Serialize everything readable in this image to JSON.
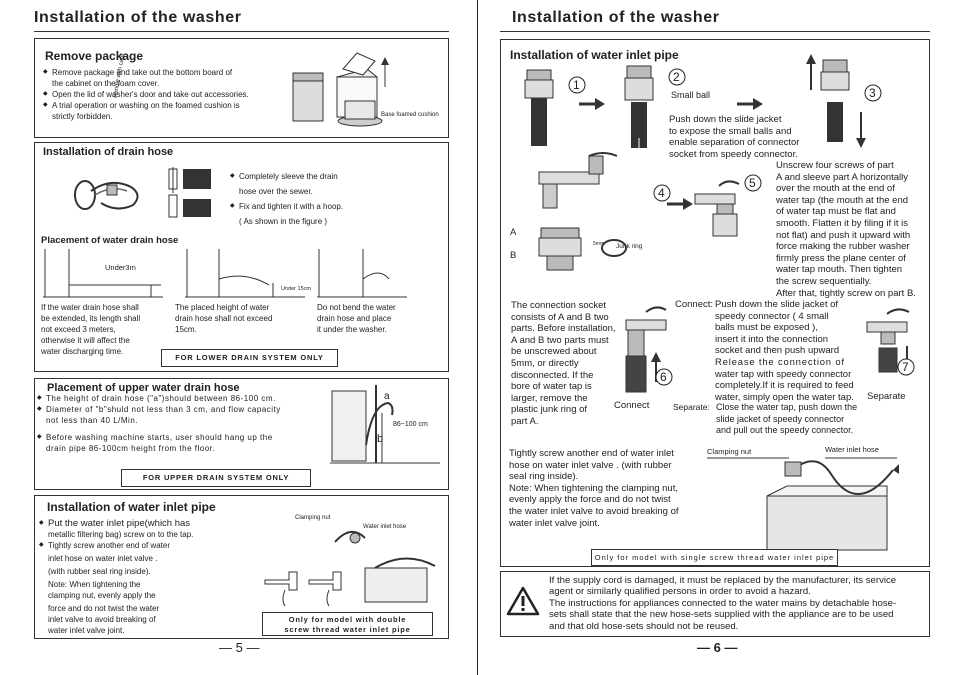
{
  "left": {
    "title": "Installation of the washer",
    "remove": {
      "heading": "Remove package",
      "items": [
        "Remove package and take out the bottom board of",
        "the cabinet on the foam cover.",
        "Open the lid of washer's door and take out accessories.",
        "A trial operation or washing on the foamed cushion is",
        "strictly forbidden."
      ],
      "label_base": "Base foamed cushion",
      "label_fragile": "Handle with care"
    },
    "drain": {
      "heading": "Installation of drain hose",
      "items": [
        "Completely sleeve the drain",
        "hose over the sewer.",
        "Fix and tighten it with a hoop.",
        "( As shown in the figure )"
      ],
      "sub_heading": "Placement of water drain hose",
      "label_under3m": "Under3m",
      "label_under15": "Under 15cm",
      "col1": [
        "If the water drain hose shall",
        "be extended,  its length shall",
        "not exceed 3 meters,",
        "otherwise it will affect the",
        "water discharging time."
      ],
      "col2": [
        "The placed height of water",
        "drain hose shall not exceed",
        "15cm."
      ],
      "col3": [
        "Do not bend the water",
        "drain hose and  place",
        "it under the washer."
      ],
      "note": "FOR LOWER DRAIN SYSTEM ONLY"
    },
    "upper": {
      "heading": "Placement of upper water drain hose",
      "items": [
        "The height of drain hose (\"a\")should between 86-100 cm.",
        "Diameter of \"b\"shuld not less than 3 cm, and flow capacity",
        "not less than 40 L/Min.",
        "Before washing machine starts, user should hang up  the",
        "drain pipe 86-100cm height from the floor."
      ],
      "label_a": "a",
      "label_b": "b",
      "label_range": "86~100 cm",
      "note": "FOR UPPER DRAIN SYSTEM ONLY"
    },
    "inlet": {
      "heading": "Installation of water inlet pipe",
      "items": [
        "Put the water inlet pipe(which has",
        "metallic filtering bag) screw on to the tap.",
        "Tightly screw another end of water",
        "inlet hose on water inlet valve .",
        "(with rubber seal ring inside).",
        "Note: When tightening the",
        "clamping nut, evenly apply the",
        "force and do not twist the water",
        "inlet valve to avoid breaking of",
        "water inlet valve joint."
      ],
      "label_clamp": "Clamping nut",
      "label_hose": "Water inlet hose",
      "note": [
        "Only  for  model  with  double",
        "screw thread  water  inlet  pipe"
      ]
    },
    "page": "— 5 —"
  },
  "right": {
    "title": "Installation of the washer",
    "inlet": {
      "heading": "Installation of water inlet pipe",
      "steps": [
        "1",
        "2",
        "3",
        "4",
        "5",
        "6",
        "7"
      ],
      "small_ball": "Small ball",
      "step2_text": [
        "Push down the slide jacket",
        "to expose the small balls and",
        "enable separation of connector",
        "socket from speedy connector."
      ],
      "step5_text": [
        "Unscrew   four  screws  of   part",
        "A and sleeve part A horizontally",
        "over  the  mouth  at  the  end  of",
        "water tap (the mouth at the end",
        "of  water tap  must  be  flat  and",
        "smooth. Flatten it  by filing if it is",
        "not flat) and push it upward with",
        "force making the rubber washer",
        "firmly press the plane  center of",
        "water tap  mouth.  Then  tighten",
        "the screw sequentially.",
        "After that, tightly screw on part B."
      ],
      "label_a": "A",
      "label_b": "B",
      "label_5mm": "5mm",
      "label_junk": "Junk ring",
      "socket_text": [
        "The connection socket",
        "consists of A and B two",
        "parts. Before installation,",
        "A and B two parts must",
        "be unscrewed about",
        "5mm, or directly",
        "disconnected. If the",
        "bore of water tap is",
        "larger,  remove the",
        "plastic junk ring of",
        "part A."
      ],
      "connect_label": "Connect:",
      "connect_text": [
        "Push down the slide jacket of",
        "speedy connector  ( 4  small",
        "balls must be exposed ),",
        "insert  it  into  the  connection",
        "socket and then push upward",
        "Release  the  connection  of",
        "water tap  with speedy connector",
        "completely.If it is required to feed",
        "water, simply open the water tap."
      ],
      "separate_label": "Separate:",
      "separate_text": [
        "Close the water tap, push down the",
        "slide jacket of speedy  connector",
        "and pull out the speedy connector."
      ],
      "caption_connect": "Connect",
      "caption_separate": "Separate",
      "bottom_text": [
        "Tightly screw another end of water inlet",
        "hose on water inlet valve .  (with rubber",
        "seal ring inside).",
        "Note: When tightening the clamping nut,",
        "evenly apply the force and do not twist",
        "the water inlet valve to avoid breaking of",
        "water inlet valve joint."
      ],
      "label_clamp": "Clamping nut",
      "label_hose": "Water inlet hose",
      "note": "Only  for  model  with  single  screw thread  water  inlet  pipe"
    },
    "warning": {
      "lines": [
        "If the supply cord is damaged, it must be replaced by the manufacturer, its service",
        "agent or similarly qualified persons in order to avoid a hazard.",
        "The instructions for appliances connected to the water mains by detachable hose-",
        "sets shall state that the new hose-sets supplied with the appliance are to be used",
        "and that old hose-sets should not be reused."
      ]
    },
    "page": "— 6 —"
  }
}
